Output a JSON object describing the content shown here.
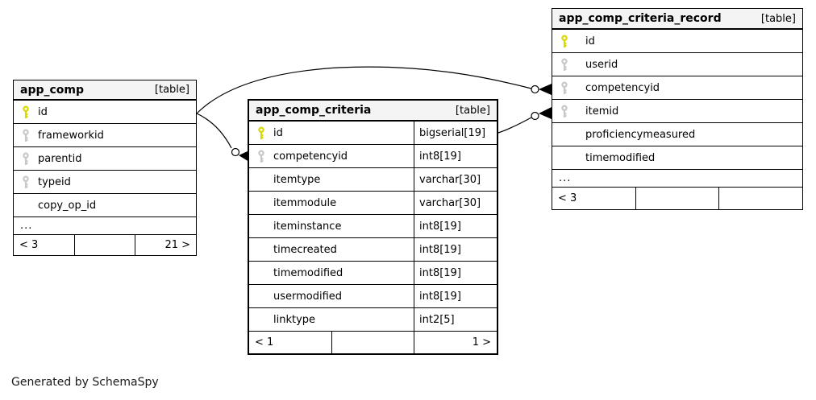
{
  "credit": "Generated by SchemaSpy",
  "colors": {
    "primary_key": "#d9d900",
    "related_key": "#c8c8c8",
    "header_bg": "#f4f4f4",
    "border": "#000000",
    "background": "#ffffff"
  },
  "tables": [
    {
      "name": "app_comp",
      "badge": "[table]",
      "columns": [
        {
          "name": "id",
          "key": "primary"
        },
        {
          "name": "frameworkid",
          "key": "related"
        },
        {
          "name": "parentid",
          "key": "related"
        },
        {
          "name": "typeid",
          "key": "related"
        },
        {
          "name": "copy_op_id",
          "key": "none"
        }
      ],
      "ellipsis": "...",
      "footer": {
        "left": "< 3",
        "center": "",
        "right": "21 >"
      }
    },
    {
      "name": "app_comp_criteria",
      "badge": "[table]",
      "columns": [
        {
          "name": "id",
          "type": "bigserial[19]",
          "key": "primary"
        },
        {
          "name": "competencyid",
          "type": "int8[19]",
          "key": "related"
        },
        {
          "name": "itemtype",
          "type": "varchar[30]",
          "key": "none"
        },
        {
          "name": "itemmodule",
          "type": "varchar[30]",
          "key": "none"
        },
        {
          "name": "iteminstance",
          "type": "int8[19]",
          "key": "none"
        },
        {
          "name": "timecreated",
          "type": "int8[19]",
          "key": "none"
        },
        {
          "name": "timemodified",
          "type": "int8[19]",
          "key": "none"
        },
        {
          "name": "usermodified",
          "type": "int8[19]",
          "key": "none"
        },
        {
          "name": "linktype",
          "type": "int2[5]",
          "key": "none"
        }
      ],
      "ellipsis": "",
      "footer": {
        "left": "< 1",
        "center": "",
        "right": "1 >"
      }
    },
    {
      "name": "app_comp_criteria_record",
      "badge": "[table]",
      "columns": [
        {
          "name": "id",
          "key": "primary"
        },
        {
          "name": "userid",
          "key": "related"
        },
        {
          "name": "competencyid",
          "key": "related"
        },
        {
          "name": "itemid",
          "key": "related"
        },
        {
          "name": "proficiencymeasured",
          "key": "none"
        },
        {
          "name": "timemodified",
          "key": "none"
        }
      ],
      "ellipsis": "...",
      "footer": {
        "left": "< 3",
        "center": "",
        "right": ""
      }
    }
  ],
  "relationships": [
    {
      "from": "app_comp.id",
      "to": "app_comp_criteria.competencyid"
    },
    {
      "from": "app_comp.id",
      "to": "app_comp_criteria_record.competencyid"
    },
    {
      "from": "app_comp_criteria.id",
      "to": "app_comp_criteria_record.itemid"
    }
  ]
}
